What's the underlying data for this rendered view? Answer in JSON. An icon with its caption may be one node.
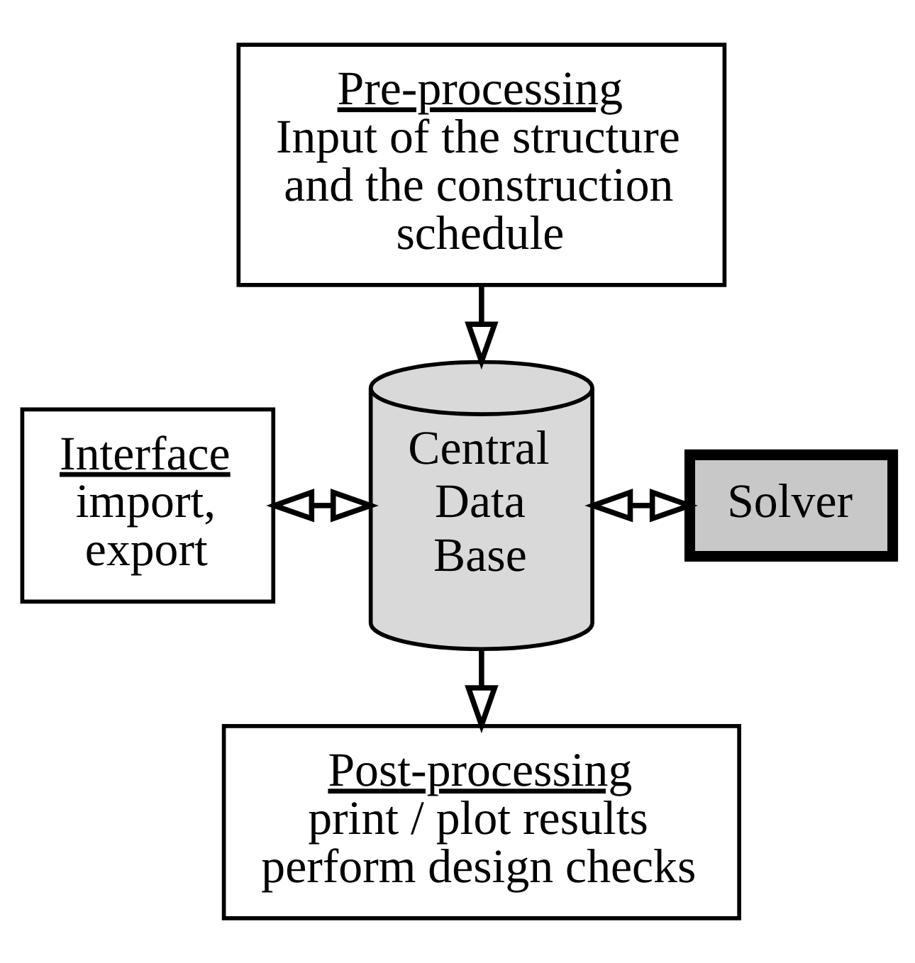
{
  "diagram": {
    "nodes": [
      {
        "text": [
          "Pre-processing",
          "Input of the structure and the construction schedule"
        ]
      },
      {
        "text": [
          "Interface",
          "import, export"
        ]
      },
      {
        "text": [
          "Central Data Base"
        ]
      },
      {
        "text": [
          "Solver"
        ]
      },
      {
        "text": [
          "Post-processing",
          "print / plot results perform design checks"
        ]
      }
    ],
    "edges": [
      {
        "from": 0,
        "to": 2,
        "arrow": "to"
      },
      {
        "from": 1,
        "to": 2,
        "arrow": "both"
      },
      {
        "from": 2,
        "to": 3,
        "arrow": "both"
      },
      {
        "from": 2,
        "to": 4,
        "arrow": "to"
      }
    ]
  }
}
